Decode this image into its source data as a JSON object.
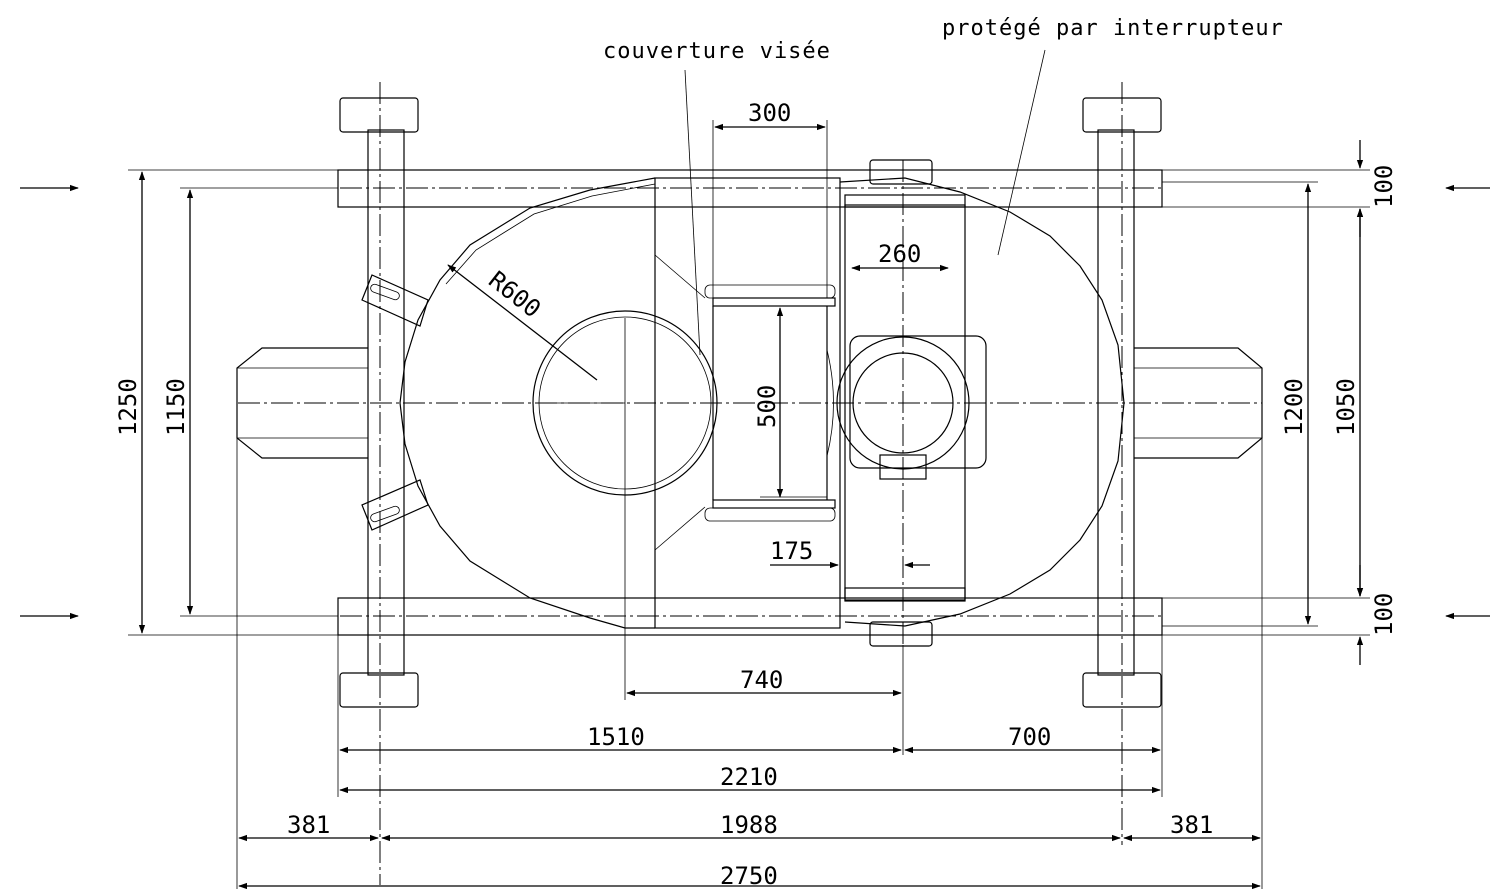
{
  "annotations": {
    "cover": "couverture visée",
    "protected": "protégé par interrupteur"
  },
  "dimensions": {
    "d_300": "300",
    "d_260": "260",
    "r_600": "R600",
    "d_500": "500",
    "d_175": "175",
    "d_740": "740",
    "d_1510": "1510",
    "d_700": "700",
    "d_2210": "2210",
    "d_381_left": "381",
    "d_1988": "1988",
    "d_381_right": "381",
    "d_2750": "2750",
    "d_1250": "1250",
    "d_1150": "1150",
    "d_1200": "1200",
    "d_1050": "1050",
    "d_100_top": "100",
    "d_100_bottom": "100"
  }
}
